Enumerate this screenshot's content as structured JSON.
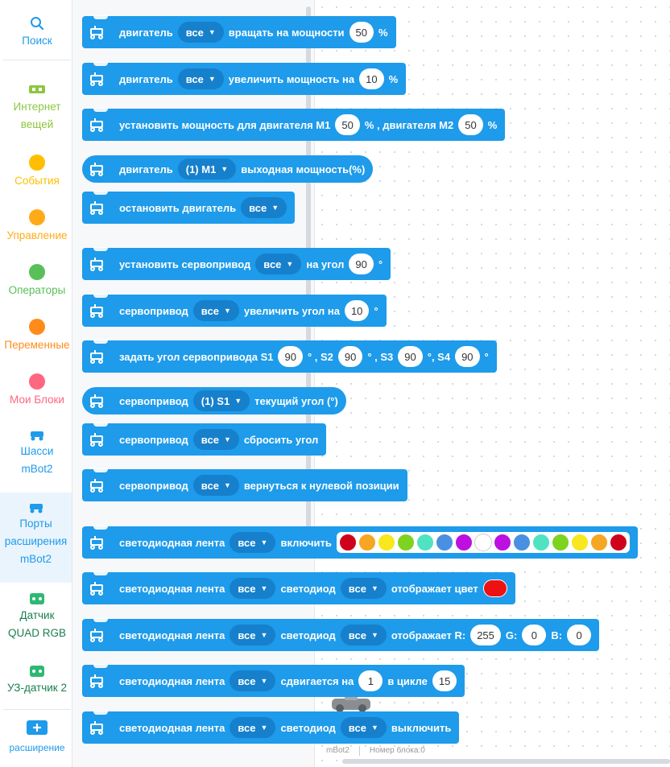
{
  "sidebar": {
    "search": "Поиск",
    "items": [
      {
        "label1": "Интернет",
        "label2": "вещей",
        "color": "#8dc63f",
        "icon": "iot-icon"
      },
      {
        "label1": "События",
        "label2": "",
        "color": "#ffbf00",
        "icon": "dot-icon"
      },
      {
        "label1": "Управление",
        "label2": "",
        "color": "#ffab19",
        "icon": "dot-icon"
      },
      {
        "label1": "Операторы",
        "label2": "",
        "color": "#59c059",
        "icon": "dot-icon"
      },
      {
        "label1": "Переменные",
        "label2": "",
        "color": "#ff8c1a",
        "icon": "dot-icon"
      },
      {
        "label1": "Мои Блоки",
        "label2": "",
        "color": "#ff6680",
        "icon": "dot-icon"
      },
      {
        "label1": "Шасси",
        "label2": "mBot2",
        "color": "#1e9bea",
        "icon": "robot-icon"
      },
      {
        "label1": "Порты",
        "label2": "расширения",
        "label3": "mBot2",
        "color": "#1e9bea",
        "icon": "robot-icon"
      },
      {
        "label1": "Датчик",
        "label2": "QUAD RGB",
        "color": "#2eb872",
        "icon": "sensor-icon"
      },
      {
        "label1": "УЗ-датчик 2",
        "label2": "",
        "color": "#2eb872",
        "icon": "sensor-icon"
      }
    ],
    "extension": "расширение"
  },
  "blocks": {
    "b1": {
      "t1": "двигатель",
      "dd1": "все",
      "t2": "вращать на мощности",
      "n1": "50",
      "t3": "%"
    },
    "b2": {
      "t1": "двигатель",
      "dd1": "все",
      "t2": "увеличить мощность на",
      "n1": "10",
      "t3": "%"
    },
    "b3": {
      "t1": "установить мощность для двигателя M1",
      "n1": "50",
      "t2": "% , двигателя M2",
      "n2": "50",
      "t3": "%"
    },
    "b4": {
      "t1": "двигатель",
      "dd1": "(1) M1",
      "t2": "выходная мощность(%)"
    },
    "b5": {
      "t1": "остановить двигатель",
      "dd1": "все"
    },
    "b6": {
      "t1": "установить сервопривод",
      "dd1": "все",
      "t2": "на угол",
      "n1": "90",
      "t3": "°"
    },
    "b7": {
      "t1": "сервопривод",
      "dd1": "все",
      "t2": "увеличить угол на",
      "n1": "10",
      "t3": "°"
    },
    "b8": {
      "t1": "задать угол сервопривода S1",
      "n1": "90",
      "t2": "° , S2",
      "n2": "90",
      "t3": "° , S3",
      "n3": "90",
      "t4": "°, S4",
      "n4": "90",
      "t5": "°"
    },
    "b9": {
      "t1": "сервопривод",
      "dd1": "(1) S1",
      "t2": "текущий угол (°)"
    },
    "b10": {
      "t1": "сервопривод",
      "dd1": "все",
      "t2": "сбросить угол"
    },
    "b11": {
      "t1": "сервопривод",
      "dd1": "все",
      "t2": "вернуться к нулевой позиции"
    },
    "b12": {
      "t1": "светодиодная лента",
      "dd1": "все",
      "t2": "включить",
      "colors": [
        "#d0021b",
        "#f5a623",
        "#f8e71c",
        "#7ed321",
        "#50e3c2",
        "#4a90e2",
        "#bd10e0",
        "#ffffff",
        "#bd10e0",
        "#4a90e2",
        "#50e3c2",
        "#7ed321",
        "#f8e71c",
        "#f5a623",
        "#d0021b"
      ]
    },
    "b13": {
      "t1": "светодиодная лента",
      "dd1": "все",
      "t2": "светодиод",
      "dd2": "все",
      "t3": "отображает цвет",
      "color": "#ee1111"
    },
    "b14": {
      "t1": "светодиодная лента",
      "dd1": "все",
      "t2": "светодиод",
      "dd2": "все",
      "t3": "отображает R:",
      "n1": "255",
      "t4": "G:",
      "n2": "0",
      "t5": "B:",
      "n3": "0"
    },
    "b15": {
      "t1": "светодиодная лента",
      "dd1": "все",
      "t2": "сдвигается на",
      "n1": "1",
      "t3": "в цикле",
      "n2": "15"
    },
    "b16": {
      "t1": "светодиодная лента",
      "dd1": "все",
      "t2": "светодиод",
      "dd2": "все",
      "t3": "выключить"
    }
  },
  "stage": {
    "device": "mBot2",
    "block_count": "Номер блока:0"
  },
  "colors": {
    "block": "#1e9bea",
    "dropdown": "#1680cc"
  }
}
